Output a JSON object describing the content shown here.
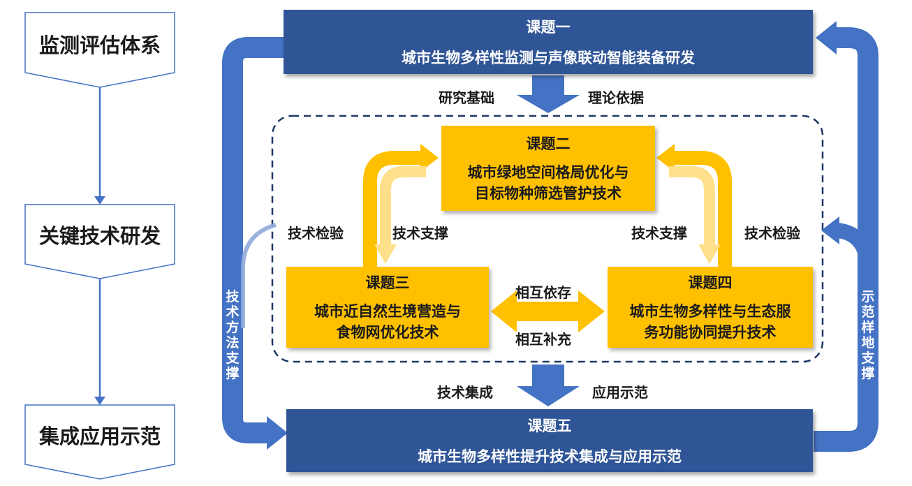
{
  "left_flow": {
    "step1": "监测评估体系",
    "step2": "关键技术研发",
    "step3": "集成应用示范"
  },
  "topic1": {
    "title": "课题一",
    "body": "城市生物多样性监测与声像联动智能装备研发"
  },
  "topic2": {
    "title": "课题二",
    "line1": "城市绿地空间格局优化与",
    "line2": "目标物种筛选管护技术"
  },
  "topic3": {
    "title": "课题三",
    "line1": "城市近自然生境营造与",
    "line2": "食物网优化技术"
  },
  "topic4": {
    "title": "课题四",
    "line1": "城市生物多样性与生态服",
    "line2": "务功能协同提升技术"
  },
  "topic5": {
    "title": "课题五",
    "body": "城市生物多样性提升技术集成与应用示范"
  },
  "labels": {
    "research_basis": "研究基础",
    "theory_basis": "理论依据",
    "tech_test_left": "技术检验",
    "tech_support_left": "技术支撑",
    "tech_support_right": "技术支撑",
    "tech_test_right": "技术检验",
    "mutual_dependence": "相互依存",
    "mutual_complement": "相互补充",
    "tech_integration": "技术集成",
    "app_demo": "应用示范",
    "method_support": "技术方法支撑",
    "demo_site_support": "示范样地支撑"
  },
  "colors": {
    "dark_blue": "#2f5597",
    "mid_blue": "#4472c4",
    "yellow": "#ffc000",
    "light_yellow": "#ffe08a"
  }
}
